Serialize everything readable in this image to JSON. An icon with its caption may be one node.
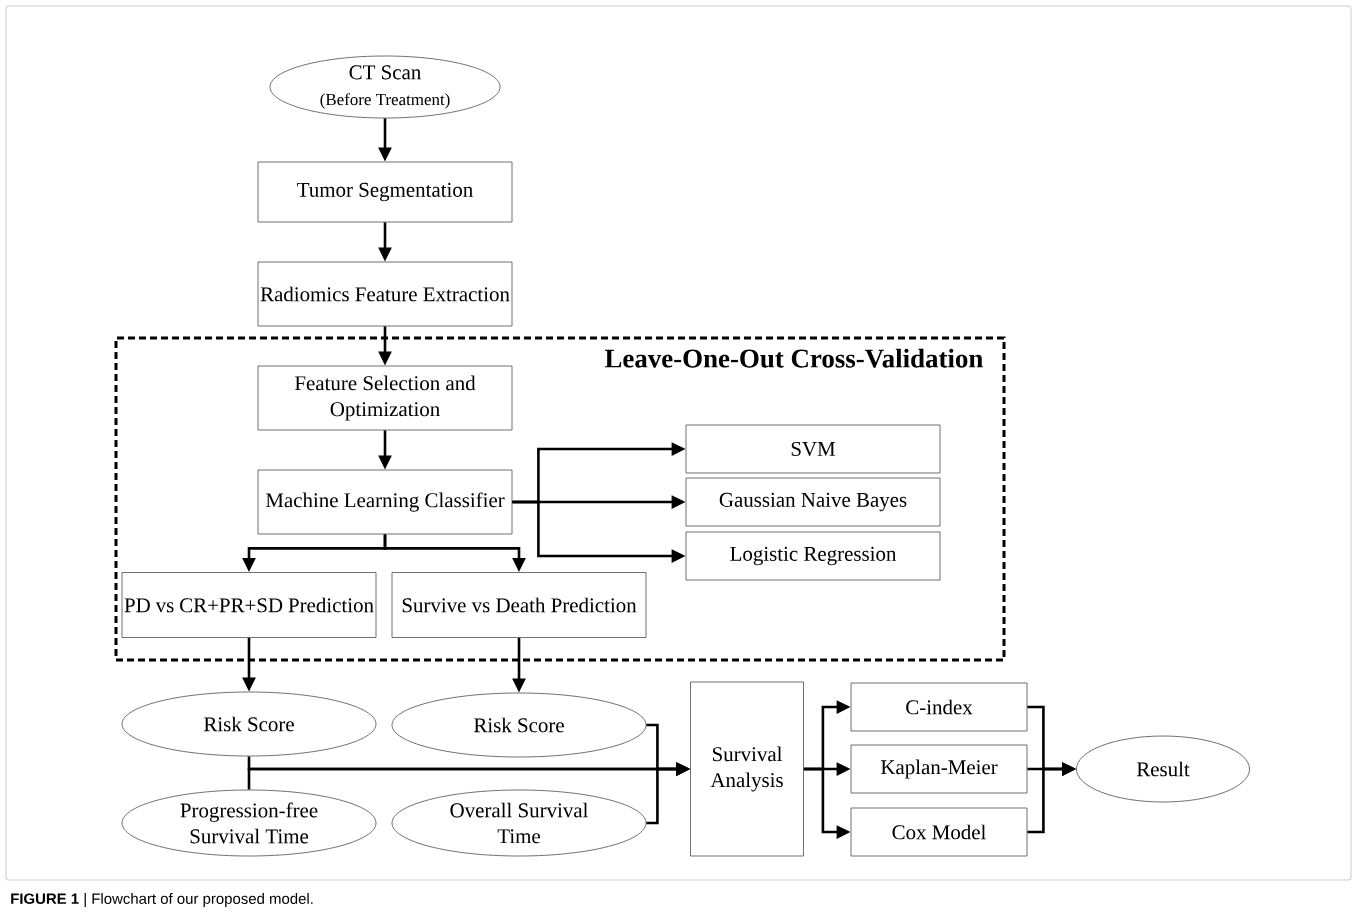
{
  "diagram": {
    "caption": "**FIGURE 1** | Flowchart of our proposed model.",
    "nodes": [
      {
        "text": [
          "CT Scan",
          "(Before Treatment)"
        ]
      },
      {
        "text": [
          "Tumor Segmentation"
        ]
      },
      {
        "text": [
          "Radiomics Feature Extraction"
        ]
      },
      {
        "text": [
          "Leave-One-Out Cross-Validation"
        ]
      },
      {
        "text": [
          "Feature Selection and Optimization"
        ],
        "in": 3
      },
      {
        "text": [
          "Machine Learning Classifier"
        ],
        "in": 3
      },
      {
        "text": [
          "SVM"
        ],
        "in": 3
      },
      {
        "text": [
          "Gaussian Naive Bayes"
        ],
        "in": 3
      },
      {
        "text": [
          "Logistic Regression"
        ],
        "in": 3
      },
      {
        "text": [
          "PD vs CR+PR+SD Prediction"
        ],
        "in": 3
      },
      {
        "text": [
          "Survive vs Death Prediction"
        ],
        "in": 3
      },
      {
        "text": [
          "Risk Score"
        ]
      },
      {
        "text": [
          "Risk Score"
        ]
      },
      {
        "text": [
          "Progression-free Survival Time"
        ]
      },
      {
        "text": [
          "Overall Survival Time"
        ]
      },
      {
        "text": [
          "Survival Analysis"
        ]
      },
      {
        "text": [
          "C-index"
        ]
      },
      {
        "text": [
          "Kaplan-Meier"
        ]
      },
      {
        "text": [
          "Cox Model"
        ]
      },
      {
        "text": [
          "Result"
        ]
      }
    ],
    "edges": [
      {
        "from": 0,
        "to": 1,
        "arrow": "to"
      },
      {
        "from": 1,
        "to": 2,
        "arrow": "to"
      },
      {
        "from": 2,
        "to": 4,
        "arrow": "to"
      },
      {
        "from": 4,
        "to": 5,
        "arrow": "to"
      },
      {
        "from": 5,
        "to": 6,
        "arrow": "to"
      },
      {
        "from": 5,
        "to": 7,
        "arrow": "to"
      },
      {
        "from": 5,
        "to": 8,
        "arrow": "to"
      },
      {
        "from": 5,
        "to": 9,
        "arrow": "to"
      },
      {
        "from": 5,
        "to": 10,
        "arrow": "to"
      },
      {
        "from": 9,
        "to": 11,
        "arrow": "to"
      },
      {
        "from": 10,
        "to": 12,
        "arrow": "to"
      },
      {
        "from": 11,
        "to": 15,
        "arrow": "to"
      },
      {
        "from": 13,
        "to": 15,
        "arrow": "to"
      },
      {
        "from": 12,
        "to": 15,
        "arrow": "to"
      },
      {
        "from": 14,
        "to": 15,
        "arrow": "to"
      },
      {
        "from": 15,
        "to": 16,
        "arrow": "to"
      },
      {
        "from": 15,
        "to": 17,
        "arrow": "to"
      },
      {
        "from": 15,
        "to": 18,
        "arrow": "to"
      },
      {
        "from": 16,
        "to": 19,
        "arrow": "to"
      },
      {
        "from": 17,
        "to": 19,
        "arrow": "to"
      },
      {
        "from": 18,
        "to": 19,
        "arrow": "to"
      }
    ]
  }
}
